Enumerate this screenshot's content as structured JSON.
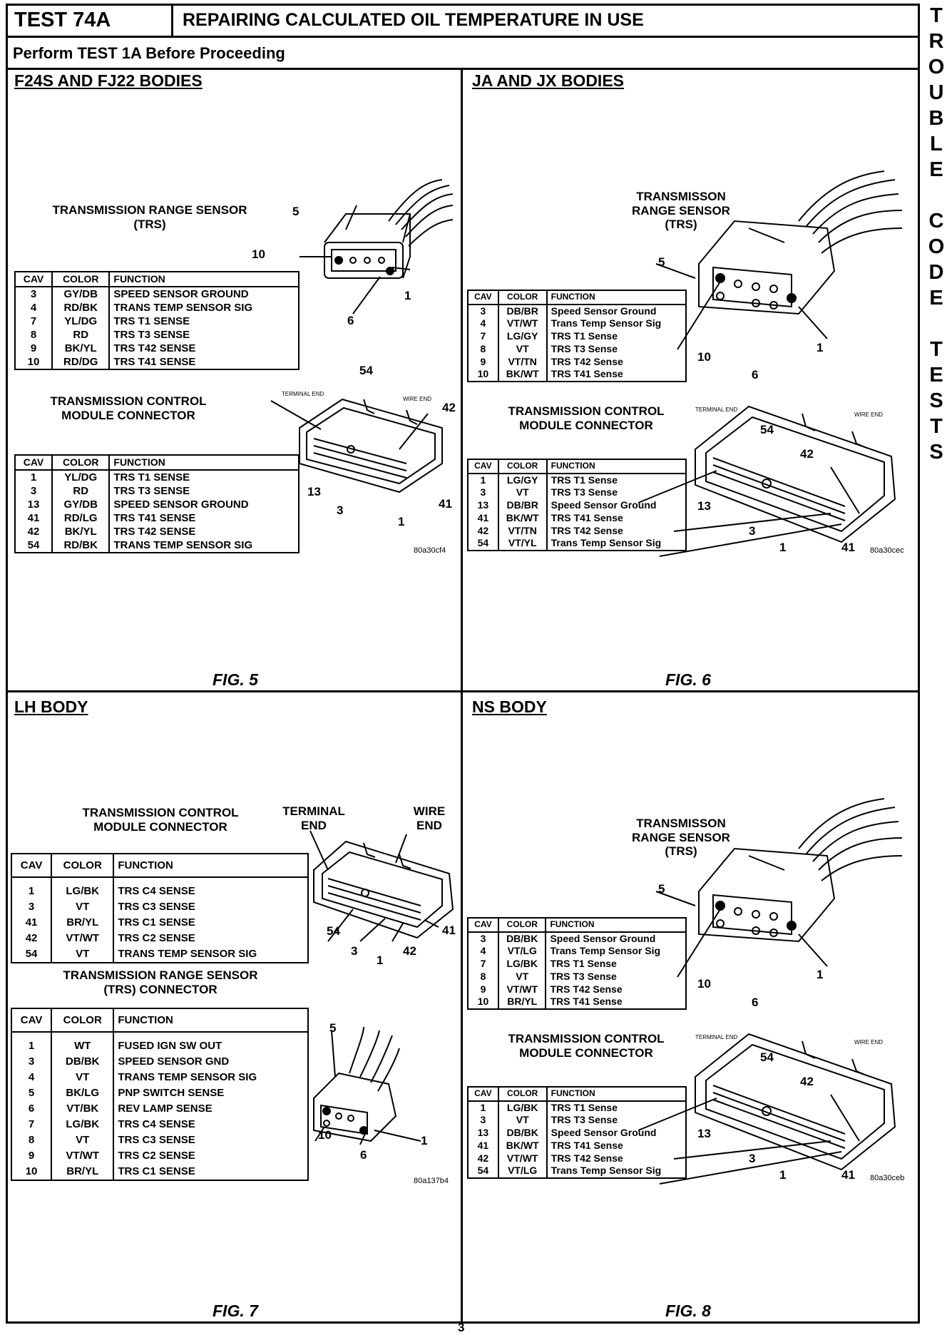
{
  "header": {
    "test": "TEST 74A",
    "title": "REPAIRING CALCULATED OIL TEMPERATURE IN USE",
    "perform": "Perform TEST 1A Before Proceeding"
  },
  "side_label": [
    "T",
    "R",
    "O",
    "U",
    "B",
    "L",
    "E",
    "",
    "C",
    "O",
    "D",
    "E",
    "",
    "T",
    "E",
    "S",
    "T",
    "S"
  ],
  "page_number": "3",
  "q1": {
    "title": "F24S AND FJ22 BODIES",
    "trs_heading": "TRANSMISSION RANGE SENSOR\n(TRS)",
    "trs_table": {
      "headers": [
        "CAV",
        "COLOR",
        "FUNCTION"
      ],
      "rows": [
        [
          "3",
          "GY/DB",
          "SPEED SENSOR GROUND"
        ],
        [
          "4",
          "RD/BK",
          "TRANS TEMP SENSOR SIG"
        ],
        [
          "7",
          "YL/DG",
          "TRS T1 SENSE"
        ],
        [
          "8",
          "RD",
          "TRS T3 SENSE"
        ],
        [
          "9",
          "BK/YL",
          "TRS T42 SENSE"
        ],
        [
          "10",
          "RD/DG",
          "TRS T41 SENSE"
        ]
      ]
    },
    "tcm_heading": "TRANSMISSION CONTROL\nMODULE CONNECTOR",
    "tcm_table": {
      "headers": [
        "CAV",
        "COLOR",
        "FUNCTION"
      ],
      "rows": [
        [
          "1",
          "YL/DG",
          "TRS T1 SENSE"
        ],
        [
          "3",
          "RD",
          "TRS T3 SENSE"
        ],
        [
          "13",
          "GY/DB",
          "SPEED SENSOR GROUND"
        ],
        [
          "41",
          "RD/LG",
          "TRS T41 SENSE"
        ],
        [
          "42",
          "BK/YL",
          "TRS T42 SENSE"
        ],
        [
          "54",
          "RD/BK",
          "TRANS TEMP SENSOR SIG"
        ]
      ]
    },
    "trs_pins": [
      "5",
      "10",
      "1",
      "6"
    ],
    "tcm_pins": [
      "54",
      "42",
      "13",
      "3",
      "41",
      "1"
    ],
    "tcm_end_labels": [
      "TERMINAL END",
      "WIRE END"
    ],
    "code": "80a30cf4",
    "figure": "FIG. 5"
  },
  "q2": {
    "title": "JA AND JX BODIES",
    "trs_heading": "TRANSMISSON\nRANGE SENSOR\n(TRS)",
    "trs_table": {
      "headers": [
        "CAV",
        "COLOR",
        "FUNCTION"
      ],
      "rows": [
        [
          "3",
          "DB/BR",
          "Speed Sensor Ground"
        ],
        [
          "4",
          "VT/WT",
          "Trans Temp Sensor Sig"
        ],
        [
          "7",
          "LG/GY",
          "TRS T1 Sense"
        ],
        [
          "8",
          "VT",
          "TRS T3 Sense"
        ],
        [
          "9",
          "VT/TN",
          "TRS T42 Sense"
        ],
        [
          "10",
          "BK/WT",
          "TRS T41 Sense"
        ]
      ]
    },
    "tcm_heading": "TRANSMISSION CONTROL\nMODULE CONNECTOR",
    "tcm_table": {
      "headers": [
        "CAV",
        "COLOR",
        "FUNCTION"
      ],
      "rows": [
        [
          "1",
          "LG/GY",
          "TRS T1 Sense"
        ],
        [
          "3",
          "VT",
          "TRS T3 Sense"
        ],
        [
          "13",
          "DB/BR",
          "Speed Sensor Ground"
        ],
        [
          "41",
          "BK/WT",
          "TRS T41 Sense"
        ],
        [
          "42",
          "VT/TN",
          "TRS T42 Sense"
        ],
        [
          "54",
          "VT/YL",
          "Trans Temp Sensor Sig"
        ]
      ]
    },
    "trs_pins": [
      "5",
      "10",
      "1",
      "6"
    ],
    "tcm_pins": [
      "54",
      "42",
      "13",
      "3",
      "1",
      "41"
    ],
    "tcm_end_labels": [
      "TERMINAL END",
      "WIRE END"
    ],
    "code": "80a30cec",
    "figure": "FIG. 6"
  },
  "q3": {
    "title": "LH BODY",
    "tcm_heading": "TRANSMISSION CONTROL\nMODULE CONNECTOR",
    "terminal_end": "TERMINAL\nEND",
    "wire_end": "WIRE\nEND",
    "tcm_table": {
      "headers": [
        "CAV",
        "COLOR",
        "FUNCTION"
      ],
      "rows": [
        [
          "1",
          "LG/BK",
          "TRS C4 SENSE"
        ],
        [
          "3",
          "VT",
          "TRS C3 SENSE"
        ],
        [
          "41",
          "BR/YL",
          "TRS C1 SENSE"
        ],
        [
          "42",
          "VT/WT",
          "TRS C2 SENSE"
        ],
        [
          "54",
          "VT",
          "TRANS TEMP SENSOR SIG"
        ]
      ]
    },
    "trs_heading": "TRANSMISSION RANGE SENSOR\n(TRS) CONNECTOR",
    "trs_table": {
      "headers": [
        "CAV",
        "COLOR",
        "FUNCTION"
      ],
      "rows": [
        [
          "1",
          "WT",
          "FUSED IGN SW OUT"
        ],
        [
          "3",
          "DB/BK",
          "SPEED SENSOR GND"
        ],
        [
          "4",
          "VT",
          "TRANS TEMP SENSOR SIG"
        ],
        [
          "5",
          "BK/LG",
          "PNP SWITCH SENSE"
        ],
        [
          "6",
          "VT/BK",
          "REV LAMP SENSE"
        ],
        [
          "7",
          "LG/BK",
          "TRS C4 SENSE"
        ],
        [
          "8",
          "VT",
          "TRS C3 SENSE"
        ],
        [
          "9",
          "VT/WT",
          "TRS C2 SENSE"
        ],
        [
          "10",
          "BR/YL",
          "TRS C1 SENSE"
        ]
      ]
    },
    "tcm_pins": [
      "54",
      "3",
      "1",
      "42",
      "41"
    ],
    "trs_pins": [
      "5",
      "10",
      "6",
      "1"
    ],
    "code": "80a137b4",
    "figure": "FIG. 7"
  },
  "q4": {
    "title": "NS BODY",
    "trs_heading": "TRANSMISSON\nRANGE SENSOR\n(TRS)",
    "trs_table": {
      "headers": [
        "CAV",
        "COLOR",
        "FUNCTION"
      ],
      "rows": [
        [
          "3",
          "DB/BK",
          "Speed Sensor Ground"
        ],
        [
          "4",
          "VT/LG",
          "Trans Temp Sensor Sig"
        ],
        [
          "7",
          "LG/BK",
          "TRS T1 Sense"
        ],
        [
          "8",
          "VT",
          "TRS T3 Sense"
        ],
        [
          "9",
          "VT/WT",
          "TRS T42 Sense"
        ],
        [
          "10",
          "BR/YL",
          "TRS T41 Sense"
        ]
      ]
    },
    "tcm_heading": "TRANSMISSION CONTROL\nMODULE CONNECTOR",
    "tcm_table": {
      "headers": [
        "CAV",
        "COLOR",
        "FUNCTION"
      ],
      "rows": [
        [
          "1",
          "LG/BK",
          "TRS T1 Sense"
        ],
        [
          "3",
          "VT",
          "TRS T3 Sense"
        ],
        [
          "13",
          "DB/BK",
          "Speed Sensor Ground"
        ],
        [
          "41",
          "BK/WT",
          "TRS T41 Sense"
        ],
        [
          "42",
          "VT/WT",
          "TRS T42 Sense"
        ],
        [
          "54",
          "VT/LG",
          "Trans Temp Sensor Sig"
        ]
      ]
    },
    "trs_pins": [
      "5",
      "10",
      "1",
      "6"
    ],
    "tcm_pins": [
      "54",
      "42",
      "13",
      "3",
      "1",
      "41"
    ],
    "tcm_end_labels": [
      "TERMINAL END",
      "WIRE END"
    ],
    "code": "80a30ceb",
    "figure": "FIG. 8"
  }
}
